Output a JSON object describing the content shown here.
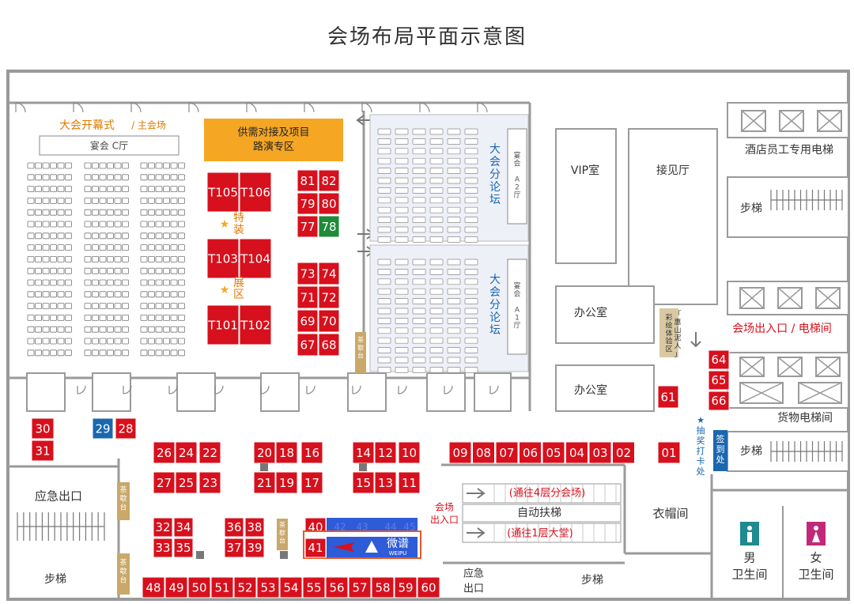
{
  "page_title": "会场布局平面示意图",
  "colors": {
    "booth_red": "#d7101d",
    "booth_green": "#1e8a3a",
    "booth_blue": "#1a67b0",
    "orange_zone": "#f5a623",
    "orange_text": "#e07a00",
    "wall": "#9a9a9a",
    "hall_fill": "#eef0f8",
    "tea_fill": "#c9a86a",
    "blue_text": "#1a67b0",
    "red_text": "#d7101d",
    "logo_blue": "#2e5bd8"
  },
  "main_hall": {
    "heading": "大会开幕式",
    "heading_suffix": "/ 主会场",
    "banquet_c": "宴会 C厅"
  },
  "roadshow": {
    "line1": "供需对接及项目",
    "line2": "路演专区"
  },
  "special_zone": {
    "star": "★",
    "chars_top": [
      "特",
      "装"
    ],
    "chars_bottom": [
      "展",
      "区"
    ]
  },
  "t_booths": [
    "T105",
    "T106",
    "T103",
    "T104",
    "T101",
    "T102"
  ],
  "forum_a2": {
    "name": "大会分论坛",
    "sub": "宴会 A2厅"
  },
  "forum_a1": {
    "name": "大会分论坛",
    "sub": "宴会 A1厅"
  },
  "tea_label": "茶歇台",
  "rooms": {
    "vip": "VIP室",
    "reception": "接见厅",
    "office1": "办公室",
    "office2": "办公室",
    "painted_clay": "彩绘体验区",
    "huishan_clay": "「惠山泥人」",
    "staff_elevator": "酒店员工专用电梯",
    "stairs1": "步梯",
    "stairs2": "步梯",
    "stairs3": "步梯",
    "stairs4": "步梯",
    "cargo_elevator": "货物电梯间",
    "emergency_exit": "应急出口",
    "emergency_exit_small_1": "应急",
    "emergency_exit_small_2": "出口",
    "cloakroom": "衣帽间",
    "escalator": "自动扶梯",
    "to_4f": "(通往4层分会场)",
    "to_1f": "(通往1层大堂)",
    "venue_entrance_1": "会场",
    "venue_entrance_2": "出入口",
    "checkin": "签到处",
    "lottery": "★抽奖打卡处",
    "exit_elevator": "会场出入口 / 电梯间",
    "male_wc_1": "男",
    "male_wc_2": "卫生间",
    "female_wc_1": "女",
    "female_wc_2": "卫生间",
    "logo_text": "微谱",
    "logo_sub": "WEIPU"
  },
  "booths": {
    "right_col_top": [
      "81",
      "82",
      "79",
      "80",
      "77",
      "78"
    ],
    "right_col_mid": [
      "73",
      "74",
      "71",
      "72",
      "69",
      "70",
      "67",
      "68"
    ],
    "elevator_col": [
      "64",
      "65",
      "66",
      "61"
    ],
    "left_col": [
      "30",
      "31",
      "29",
      "28"
    ],
    "row_upper_1": [
      "26",
      "24",
      "22",
      "20",
      "18",
      "16",
      "14",
      "12",
      "10"
    ],
    "row_upper_2": [
      "27",
      "25",
      "23",
      "21",
      "19",
      "17",
      "15",
      "13",
      "11"
    ],
    "row_01_09": [
      "09",
      "08",
      "07",
      "06",
      "05",
      "04",
      "03",
      "02",
      "01"
    ],
    "block_lower": [
      "32",
      "34",
      "33",
      "35",
      "36",
      "38",
      "37",
      "39",
      "40",
      "41"
    ],
    "bottom_row": [
      "48",
      "49",
      "50",
      "51",
      "52",
      "53",
      "54",
      "55",
      "56",
      "57",
      "58",
      "59",
      "60"
    ],
    "weipu_booths": [
      "42",
      "43",
      "44",
      "45"
    ]
  }
}
